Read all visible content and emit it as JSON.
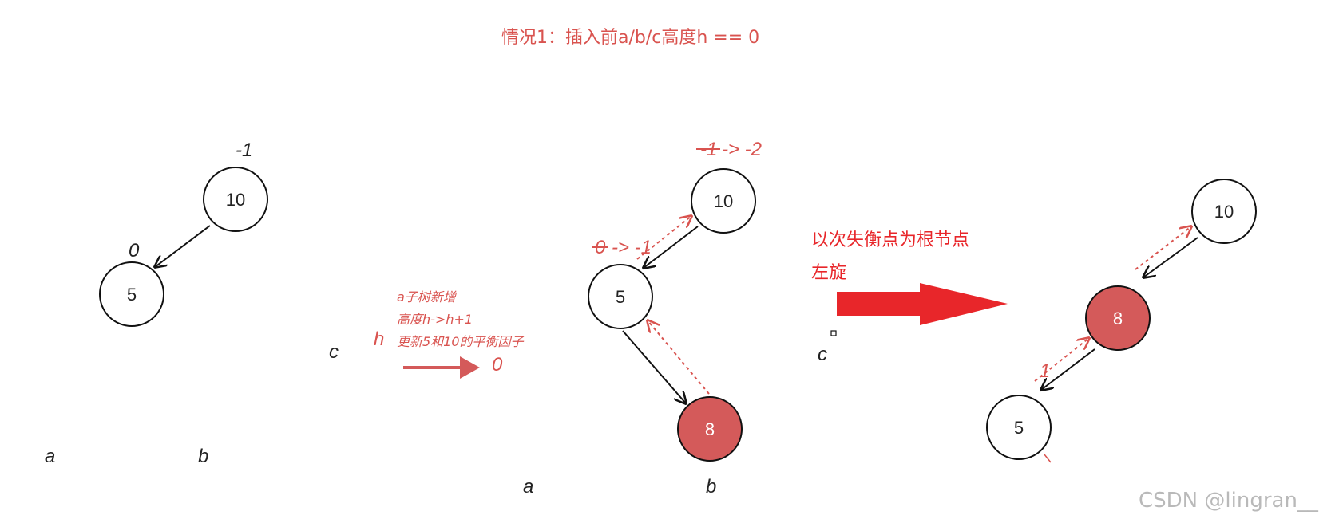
{
  "title": "情况1：插入前a/b/c高度h == 0",
  "left_tree": {
    "root_label": "10",
    "root_bf": "-1",
    "child_label": "5",
    "child_bf": "0",
    "sub_c": "c",
    "sub_a": "a",
    "sub_b": "b"
  },
  "insert_note": {
    "line1": "a子树新增",
    "line2": "高度h->h+1",
    "line3": "更新5和10的平衡因子",
    "h_label": "h",
    "zero_label": "0"
  },
  "mid_tree": {
    "root_label": "10",
    "root_bf_old": "-1",
    "root_bf_new": "-> -2",
    "child_label": "5",
    "child_bf_old": "0",
    "child_bf_new": "-> -1",
    "new_node_label": "8",
    "sub_c": "c",
    "sub_a": "a",
    "sub_b": "b"
  },
  "rotation_note": {
    "line1": "以次失衡点为根节点",
    "line2": "左旋"
  },
  "right_tree": {
    "root_label": "10",
    "mid_label": "8",
    "leaf_label": "5",
    "bf_label": "1"
  },
  "watermark": "CSDN @lingran__",
  "colors": {
    "red_node": "#d45a5a",
    "note_red": "#d9534f",
    "arrow_red": "#e8262a"
  }
}
